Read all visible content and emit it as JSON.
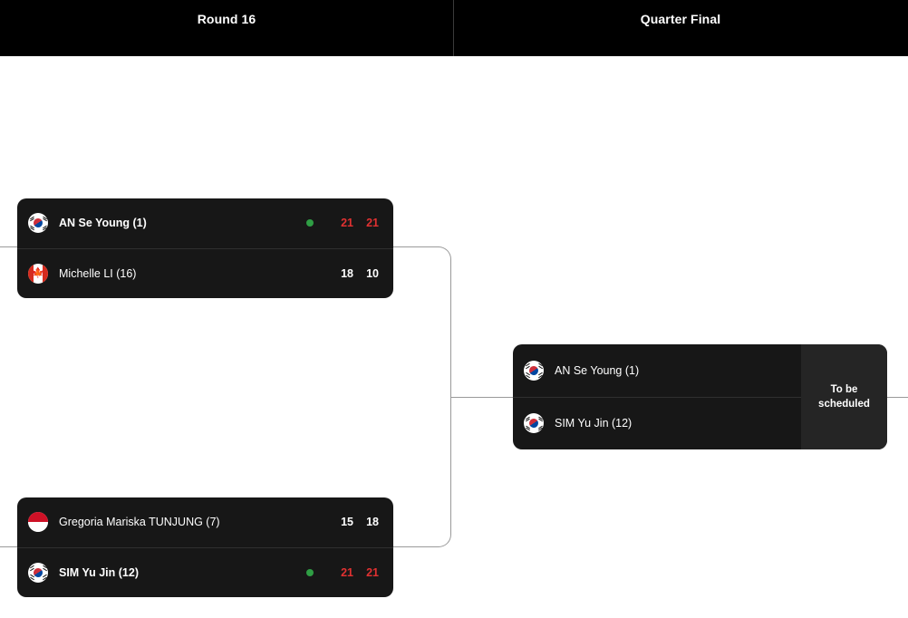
{
  "header": {
    "rounds": [
      {
        "id": "r16",
        "label": "Round 16"
      },
      {
        "id": "qf",
        "label": "Quarter Final"
      }
    ]
  },
  "bracket": {
    "round16": {
      "matches": [
        {
          "id": "r16-1",
          "players": [
            {
              "name": "AN Se Young (1)",
              "flag": "kr-flag-icon",
              "is_winner": true,
              "scores": [
                "21",
                "21"
              ]
            },
            {
              "name": "Michelle LI (16)",
              "flag": "ca-flag-icon",
              "is_winner": false,
              "scores": [
                "18",
                "10"
              ]
            }
          ]
        },
        {
          "id": "r16-2",
          "players": [
            {
              "name": "Gregoria Mariska TUNJUNG (7)",
              "flag": "id-flag-icon",
              "is_winner": false,
              "scores": [
                "15",
                "18"
              ]
            },
            {
              "name": "SIM Yu Jin (12)",
              "flag": "kr-flag-icon",
              "is_winner": true,
              "scores": [
                "21",
                "21"
              ]
            }
          ]
        }
      ]
    },
    "quarterfinal": {
      "matches": [
        {
          "id": "qf-1",
          "status_label": "To be scheduled",
          "players": [
            {
              "name": "AN Se Young (1)",
              "flag": "kr-flag-icon",
              "is_winner": false,
              "scores": [
                "",
                ""
              ]
            },
            {
              "name": "SIM Yu Jin (12)",
              "flag": "kr-flag-icon",
              "is_winner": false,
              "scores": [
                "",
                ""
              ]
            }
          ]
        }
      ]
    }
  },
  "colors": {
    "page_background": "#ffffff",
    "header_background": "#000000",
    "card_background": "#171717",
    "status_panel_background": "#252525",
    "winner_score": "#e03131",
    "loser_score": "#ffffff",
    "winner_dot": "#2f9e44",
    "connector_line": "#9a9a9a"
  }
}
